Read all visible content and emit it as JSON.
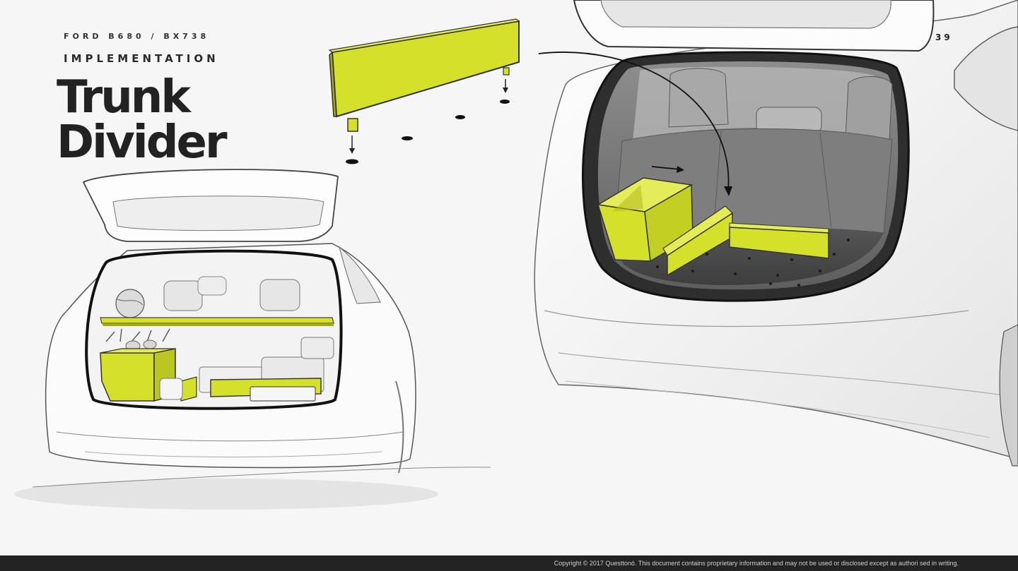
{
  "slide": {
    "eyebrow": "FORD B680 / BX738",
    "section": "IMPLEMENTATION",
    "title_line1": "Trunk",
    "title_line2": "Divider",
    "page_number": "39",
    "copyright": "Copyright © 2017 Questtonó. This document contains proprietary information and may not be used or disclosed except as authori sed in writing."
  },
  "colors": {
    "accent": "#d4e02a",
    "accent_dark": "#9fa818",
    "ink": "#222222",
    "footer": "#232323"
  }
}
